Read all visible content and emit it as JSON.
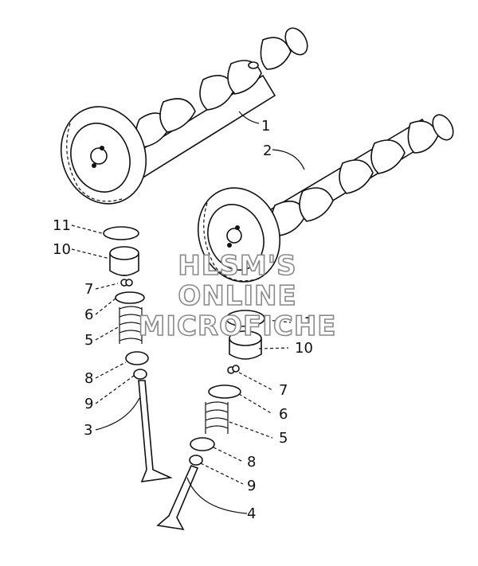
{
  "diagram": {
    "part_labels": {
      "p1": "1",
      "p2": "2",
      "p3": "3",
      "p4": "4",
      "p5a": "5",
      "p6a": "6",
      "p7a": "7",
      "p8a": "8",
      "p9a": "9",
      "p10a": "10",
      "p11a": "11",
      "p5b": "5",
      "p6b": "6",
      "p7b": "7",
      "p8b": "8",
      "p9b": "9",
      "p10b": "10",
      "p11b": "11"
    },
    "watermark": [
      "HLSM'S",
      "ONLINE",
      "MICROFICHE"
    ]
  }
}
